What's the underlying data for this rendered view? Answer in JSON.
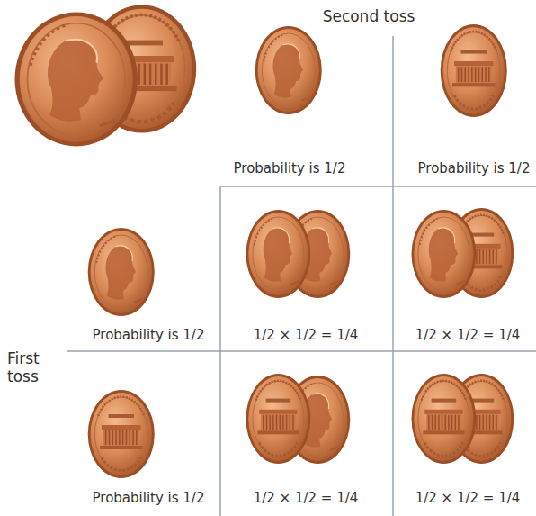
{
  "diagram": {
    "labels": [
      "Second toss",
      "Probability is 1/2",
      "Probability is 1/2",
      "First toss",
      "Probability is 1/2",
      "1/2 × 1/2 = 1/4",
      "1/2 × 1/2 = 1/4",
      "Probability is 1/2",
      "1/2 × 1/2 = 1/4",
      "1/2 × 1/2 = 1/4"
    ]
  }
}
